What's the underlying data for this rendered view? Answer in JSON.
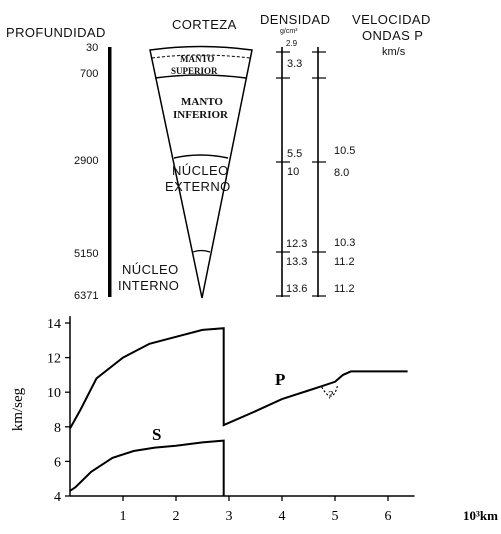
{
  "header": {
    "depth_title": "PROFUNDIDAD",
    "crust_title": "CORTEZA",
    "density_title": "DENSIDAD",
    "density_units": "g/cm³",
    "velocity_title": "VELOCIDAD",
    "velocity_subtitle": "ONDAS P",
    "velocity_units": "km/s"
  },
  "depths": [
    "30",
    "700",
    "2900",
    "5150",
    "6371"
  ],
  "layers": {
    "upper_mantle": "MANTO SUPERIOR",
    "upper_mantle_1": "MANTO",
    "upper_mantle_2": "SUPERIOR",
    "lower_mantle_1": "MANTO",
    "lower_mantle_2": "INFERIOR",
    "outer_core_1": "NÚCLEO",
    "outer_core_2": "EXTERNO",
    "inner_core_1": "NÚCLEO",
    "inner_core_2": "INTERNO"
  },
  "density_values": [
    "2.9",
    "3.3",
    "5.5",
    "10",
    "12.3",
    "13.3",
    "13.6"
  ],
  "velocity_values": [
    "10.5",
    "8.0",
    "10.3",
    "11.2",
    "11.2"
  ],
  "chart_data": {
    "type": "line",
    "ylabel": "km/seg",
    "xlabel": "10³km",
    "x_ticks": [
      "1",
      "2",
      "3",
      "4",
      "5",
      "6"
    ],
    "y_ticks": [
      "4",
      "6",
      "8",
      "10",
      "12",
      "14"
    ],
    "xlim": [
      0,
      6.5
    ],
    "ylim": [
      4,
      14
    ],
    "series": [
      {
        "name": "P",
        "x": [
          0,
          0.2,
          0.5,
          1.0,
          1.5,
          2.0,
          2.5,
          2.9,
          2.9,
          3.5,
          4.0,
          4.5,
          4.8,
          5.0,
          5.15,
          5.3,
          6.37
        ],
        "values": [
          7.9,
          9.0,
          10.8,
          12.0,
          12.8,
          13.2,
          13.6,
          13.7,
          8.1,
          8.9,
          9.6,
          10.1,
          10.4,
          10.6,
          11.0,
          11.2,
          11.2
        ]
      },
      {
        "name": "S",
        "x": [
          0,
          0.1,
          0.4,
          0.8,
          1.2,
          1.6,
          2.0,
          2.5,
          2.9,
          2.9
        ],
        "values": [
          4.3,
          4.5,
          5.4,
          6.2,
          6.6,
          6.8,
          6.9,
          7.1,
          7.2,
          4.0
        ]
      }
    ],
    "annotation": "?"
  }
}
